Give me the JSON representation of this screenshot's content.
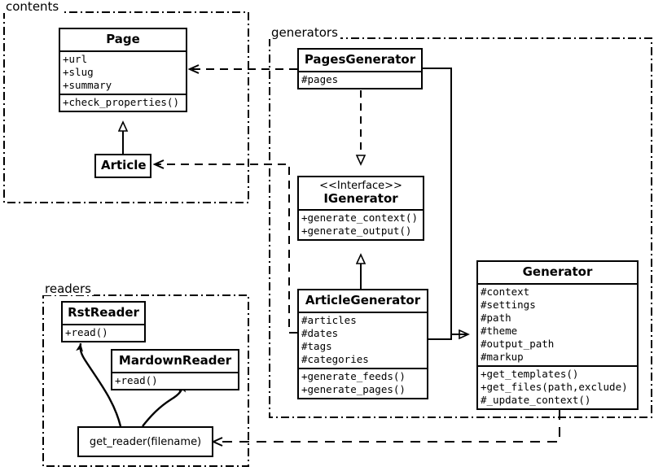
{
  "diagram": {
    "title": "Pelican architecture UML class diagram",
    "stroke_color": "#000000",
    "background_color": "#ffffff"
  },
  "packages": [
    {
      "name": "contents",
      "label": "contents"
    },
    {
      "name": "generators",
      "label": "generators"
    },
    {
      "name": "readers",
      "label": "readers"
    }
  ],
  "classes": {
    "page": {
      "name": "Page",
      "attributes": [
        "+url",
        "+slug",
        "+summary"
      ],
      "operations": [
        "+check_properties()"
      ]
    },
    "article": {
      "name": "Article",
      "attributes": [],
      "operations": []
    },
    "pages_generator": {
      "name": "PagesGenerator",
      "attributes": [
        "#pages"
      ],
      "operations": []
    },
    "igenerator": {
      "stereotype": "<<Interface>>",
      "name": "IGenerator",
      "attributes": [],
      "operations": [
        "+generate_context()",
        "+generate_output()"
      ]
    },
    "article_generator": {
      "name": "ArticleGenerator",
      "attributes": [
        "#articles",
        "#dates",
        "#tags",
        "#categories"
      ],
      "operations": [
        "+generate_feeds()",
        "+generate_pages()"
      ]
    },
    "generator": {
      "name": "Generator",
      "attributes": [
        "#context",
        "#settings",
        "#path",
        "#theme",
        "#output_path",
        "#markup"
      ],
      "operations": [
        "+get_templates()",
        "+get_files(path,exclude)",
        "#_update_context()"
      ]
    },
    "rst_reader": {
      "name": "RstReader",
      "attributes": [],
      "operations": [
        "+read()"
      ]
    },
    "mardown_reader": {
      "name": "MardownReader",
      "attributes": [],
      "operations": [
        "+read()"
      ]
    },
    "get_reader": {
      "name": "get_reader(filename)"
    }
  },
  "relationships": [
    {
      "name": "article-inherits-page",
      "type": "generalization",
      "from": "Article",
      "to": "Page"
    },
    {
      "name": "pagesgenerator-realizes-igenerator",
      "type": "realization",
      "from": "PagesGenerator",
      "to": "IGenerator"
    },
    {
      "name": "articlegenerator-inherits-igenerator",
      "type": "generalization",
      "from": "ArticleGenerator",
      "to": "IGenerator"
    },
    {
      "name": "pagesgenerator-inherits-generator",
      "type": "generalization",
      "from": "PagesGenerator",
      "to": "Generator"
    },
    {
      "name": "articlegenerator-inherits-generator",
      "type": "generalization",
      "from": "ArticleGenerator",
      "to": "Generator"
    },
    {
      "name": "pagesgenerator-uses-page",
      "type": "dependency",
      "from": "PagesGenerator",
      "to": "Page"
    },
    {
      "name": "articlegenerator-uses-article",
      "type": "dependency",
      "from": "ArticleGenerator",
      "to": "Article"
    },
    {
      "name": "generator-uses-get-reader",
      "type": "dependency",
      "from": "Generator",
      "to": "get_reader(filename)"
    },
    {
      "name": "get-reader-returns-rstreader",
      "type": "association",
      "from": "get_reader(filename)",
      "to": "RstReader"
    },
    {
      "name": "get-reader-returns-mardownreader",
      "type": "association",
      "from": "get_reader(filename)",
      "to": "MardownReader"
    }
  ]
}
